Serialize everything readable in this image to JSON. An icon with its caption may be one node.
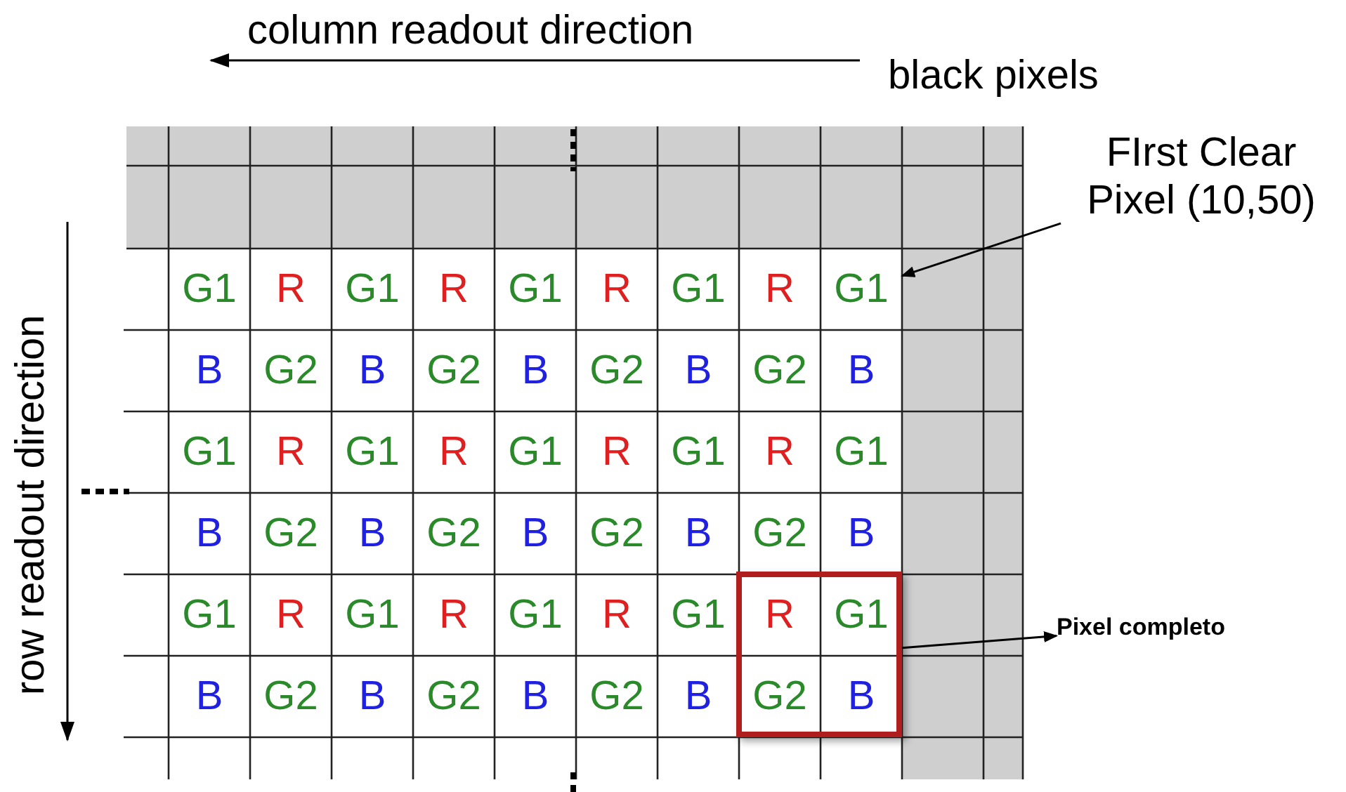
{
  "diagram": {
    "nodes": [
      {
        "text": [
          "FIrst Clear Pixel (10,50)"
        ]
      },
      {
        "text": [
          "G1"
        ]
      },
      {
        "text": [],
        "shape": "box"
      },
      {
        "text": [
          "Pixel completo"
        ]
      }
    ],
    "edges": [
      {
        "from": 0,
        "to": 1,
        "arrow": "to"
      },
      {
        "from": 2,
        "to": 3,
        "arrow": "to"
      }
    ],
    "labels": [
      "column readout direction",
      "black pixels",
      "row readout direction",
      "G1",
      "R",
      "G1",
      "R",
      "G1",
      "R",
      "G1",
      "R",
      "B",
      "G2",
      "B",
      "G2",
      "B",
      "G2",
      "B",
      "G2",
      "B",
      "G1",
      "R",
      "G1",
      "R",
      "G1",
      "R",
      "G1",
      "R",
      "G1",
      "B",
      "G2",
      "B",
      "G2",
      "B",
      "G2",
      "B",
      "G2",
      "B",
      "G1",
      "R",
      "G1",
      "R",
      "G1",
      "R",
      "G1",
      "R",
      "G1",
      "B",
      "G2",
      "B",
      "G2",
      "B",
      "G2",
      "B",
      "G2",
      "B"
    ]
  }
}
